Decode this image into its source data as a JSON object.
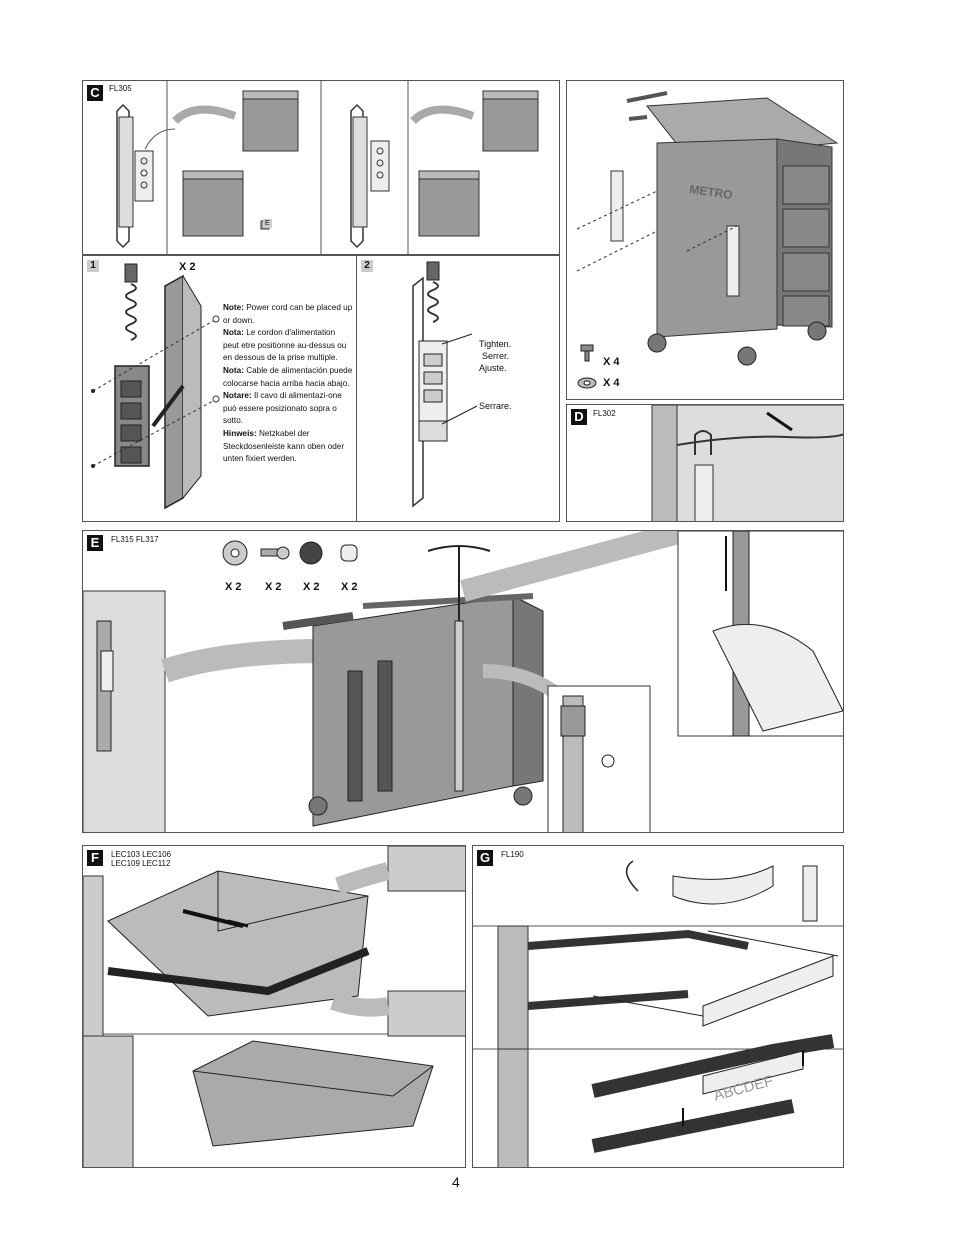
{
  "panels": {
    "c": {
      "letter": "C",
      "code": "FL305",
      "e_tag": "E"
    },
    "step1": {
      "number": "1",
      "qty": "X 2"
    },
    "step2": {
      "number": "2",
      "tighten": "Tighten.",
      "serrer": "Serrer.",
      "ajuste": "Ajuste.",
      "serrare": "Serrare."
    },
    "d": {
      "letter": "D",
      "code": "FL302"
    },
    "e": {
      "letter": "E",
      "code": "FL315  FL317",
      "qty": [
        "X 2",
        "X 2",
        "X 2",
        "X 2"
      ]
    },
    "f": {
      "letter": "F",
      "codes_line1": "LEC103  LEC106",
      "codes_line2": "LEC109  LEC112"
    },
    "g": {
      "letter": "G",
      "code": "FL190",
      "label_text": "ABCDEF"
    },
    "hardware": {
      "screw_qty": "X 4",
      "washer_qty": "X 4"
    }
  },
  "notes": [
    {
      "key": "Note:",
      "text": "Power cord can be placed up or down."
    },
    {
      "key": "Nota:",
      "text": "Le cordon d'alimentation peut etre positionne au-dessus ou en dessous de la prise multiple."
    },
    {
      "key": "Nota:",
      "text": "Cable de alimentación puede colocarse hacia arriba hacia abajo."
    },
    {
      "key": "Notare:",
      "text": "Il cavo di alimentazi-one può essere posizionato sopra o sotto."
    },
    {
      "key": "Hinweis:",
      "text": "Netzkabel der Steckdosenleiste kann oben oder unten fixiert werden."
    }
  ],
  "page_number": "4"
}
